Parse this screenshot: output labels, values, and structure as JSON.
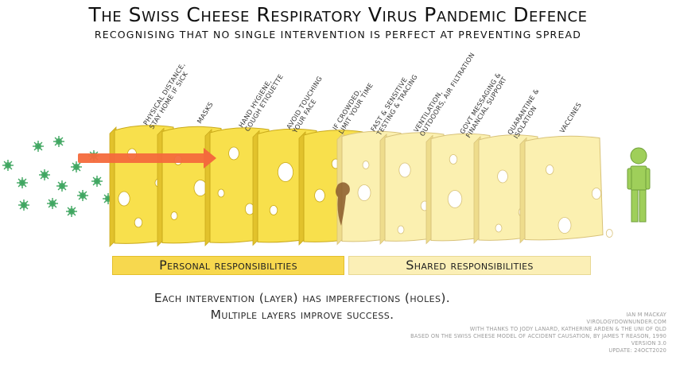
{
  "title": "The Swiss Cheese Respiratory Virus Pandemic Defence",
  "subtitle": "recognising that no single intervention is perfect at preventing spread",
  "layers": [
    {
      "label": "Physical distance,\nstay home if sick",
      "group": "personal"
    },
    {
      "label": "Masks",
      "group": "personal"
    },
    {
      "label": "Hand hygiene,\ncough etiquette",
      "group": "personal"
    },
    {
      "label": "Avoid touching\nyour face",
      "group": "personal"
    },
    {
      "label": "If crowded,\nlimit your time",
      "group": "personal"
    },
    {
      "label": "Fast & sensitive\ntesting & tracing",
      "group": "shared"
    },
    {
      "label": "Ventilation,\noutdoors, air filtration",
      "group": "shared"
    },
    {
      "label": "Govt messaging &\nfinancial support",
      "group": "shared"
    },
    {
      "label": "Quarantine &\nisolation",
      "group": "shared"
    },
    {
      "label": "Vaccines",
      "group": "shared"
    }
  ],
  "bands": {
    "personal": "Personal responsibilities",
    "shared": "Shared responsibilities"
  },
  "caption": {
    "line1": "Each intervention (layer) has imperfections (holes).",
    "line2": "Multiple layers improve success."
  },
  "credits": {
    "author": "Ian M Mackay",
    "site": "virologydownunder.com",
    "thanks": "with thanks to Jody Lanard, Katherine Arden & the Uni of Qld",
    "basis": "Based on the Swiss cheese model of accident causation, by James T Reason, 1990",
    "version": "Version 3.0",
    "update": "Update: 24Oct2020"
  },
  "colors": {
    "personal_cheese": "#f8e04c",
    "shared_cheese": "#fbf0b0",
    "arrow": "#f46a3c",
    "virus": "#3fa660",
    "person": "#9fcf5a"
  },
  "icons": [
    "virus-icon",
    "arrow-icon",
    "person-icon"
  ]
}
